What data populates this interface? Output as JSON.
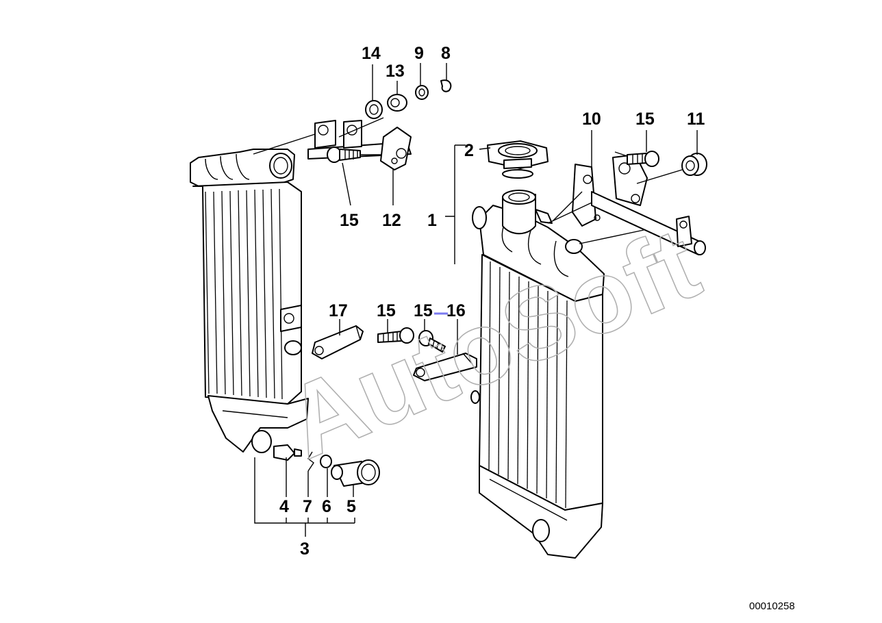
{
  "diagram": {
    "callouts": [
      "14",
      "13",
      "9",
      "8",
      "10",
      "15",
      "11",
      "2",
      "1",
      "15",
      "12",
      "17",
      "15",
      "15",
      "16",
      "4",
      "7",
      "6",
      "5",
      "3"
    ],
    "watermark": "AutoSoft",
    "document_number": "00010258",
    "accent_color": "#7a7af0"
  }
}
